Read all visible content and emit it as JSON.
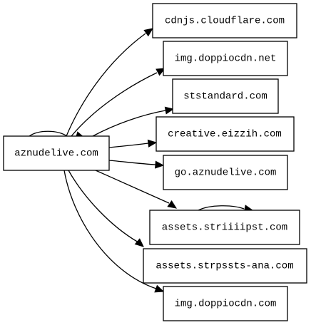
{
  "graph": {
    "source": {
      "id": "n0",
      "label": "aznudelive.com"
    },
    "targets": [
      {
        "id": "n1",
        "label": "cdnjs.cloudflare.com"
      },
      {
        "id": "n2",
        "label": "img.doppiocdn.net"
      },
      {
        "id": "n3",
        "label": "ststandard.com"
      },
      {
        "id": "n4",
        "label": "creative.eizzih.com"
      },
      {
        "id": "n5",
        "label": "go.aznudelive.com"
      },
      {
        "id": "n6",
        "label": "assets.striiiipst.com"
      },
      {
        "id": "n7",
        "label": "assets.strpssts-ana.com"
      },
      {
        "id": "n8",
        "label": "img.doppiocdn.com"
      }
    ],
    "edges": [
      {
        "from": "n0",
        "to": "n0"
      },
      {
        "from": "n0",
        "to": "n1"
      },
      {
        "from": "n0",
        "to": "n2"
      },
      {
        "from": "n0",
        "to": "n3"
      },
      {
        "from": "n0",
        "to": "n4"
      },
      {
        "from": "n0",
        "to": "n5"
      },
      {
        "from": "n0",
        "to": "n6"
      },
      {
        "from": "n0",
        "to": "n7"
      },
      {
        "from": "n0",
        "to": "n8"
      },
      {
        "from": "n6",
        "to": "n6"
      }
    ]
  }
}
